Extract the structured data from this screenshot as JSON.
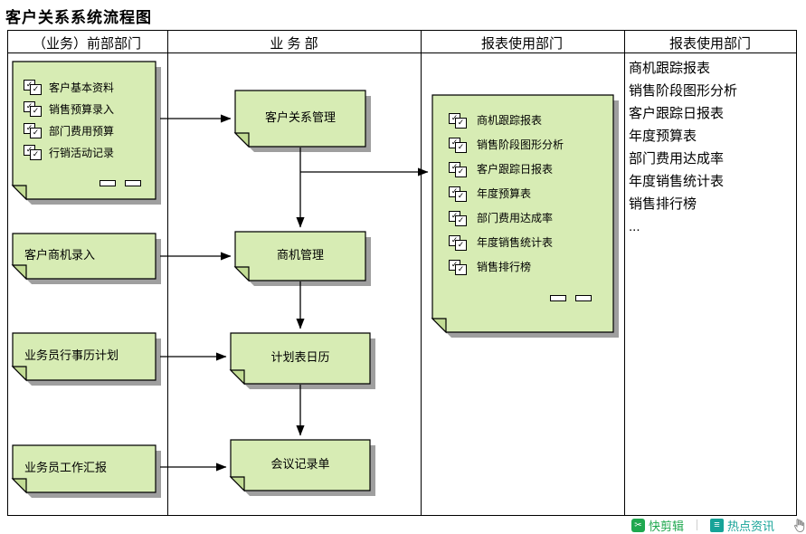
{
  "title": "客户关系系统流程图",
  "lanes": {
    "lane1": "（业务）前部部门",
    "lane2": "业 务 部",
    "lane3": "报表使用部门",
    "lane4": "报表使用部门"
  },
  "input_doc": {
    "items": [
      "客户基本资料",
      "销售预算录入",
      "部门费用预算",
      "行销活动记录"
    ]
  },
  "front_boxes": {
    "opportunity_entry": "客户商机录入",
    "calendar_plan": "业务员行事历计划",
    "work_report": "业务员工作汇报"
  },
  "process_boxes": {
    "crm": "客户关系管理",
    "opportunity_mgmt": "商机管理",
    "plan_calendar": "计划表日历",
    "meeting_minutes": "会议记录单"
  },
  "report_doc": {
    "items": [
      "商机跟踪报表",
      "销售阶段图形分析",
      "客户跟踪日报表",
      "年度预算表",
      "部门费用达成率",
      "年度销售统计表",
      "销售排行榜"
    ]
  },
  "report_list": {
    "items": [
      "商机跟踪报表",
      "销售阶段图形分析",
      "客户跟踪日报表",
      "年度预算表",
      "部门费用达成率",
      "年度销售统计表",
      "销售排行榜",
      "..."
    ]
  },
  "overlay": {
    "clip_tool": "快剪辑",
    "hot_news": "热点资讯"
  },
  "icons": {
    "scissors": "✂",
    "news": "≡"
  },
  "colors": {
    "shape_fill": "#d7ecb4",
    "shape_fold": "#c2dc94",
    "shape_shadow": "#9f9f9f",
    "line": "#000000",
    "clip_green": "#1fa84f",
    "news_teal": "#17a398"
  }
}
